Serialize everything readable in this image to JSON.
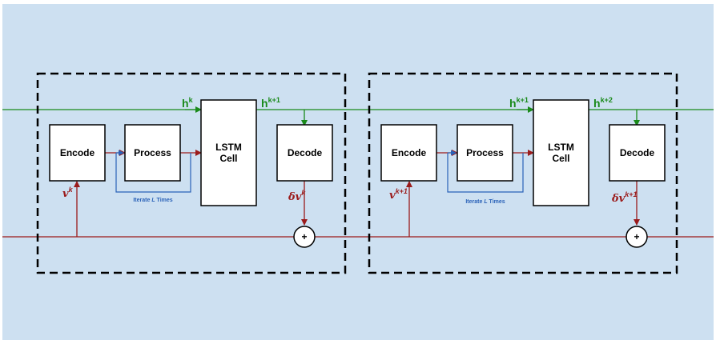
{
  "colors": {
    "background": "#cde0f1",
    "hidden_state_line": "#1a8a1a",
    "residual_line": "#9b1b1b",
    "iterate_line": "#2a62b8"
  },
  "blocks": [
    {
      "encode": "Encode",
      "process": "Process",
      "lstm_line1": "LSTM",
      "lstm_line2": "Cell",
      "decode": "Decode",
      "h_in": {
        "base": "h",
        "sup": "k"
      },
      "h_out": {
        "base": "h",
        "sup": "k+1"
      },
      "v_in": {
        "base": "v",
        "sup": "k"
      },
      "dv_out": {
        "base": "δv",
        "sup": "k"
      },
      "iterate_prefix": "Iterate ",
      "iterate_var": "L",
      "iterate_suffix": " Times",
      "sum_symbol": "+"
    },
    {
      "encode": "Encode",
      "process": "Process",
      "lstm_line1": "LSTM",
      "lstm_line2": "Cell",
      "decode": "Decode",
      "h_in": {
        "base": "h",
        "sup": "k+1"
      },
      "h_out": {
        "base": "h",
        "sup": "k+2"
      },
      "v_in": {
        "base": "v",
        "sup": "k+1"
      },
      "dv_out": {
        "base": "δv",
        "sup": "k+1"
      },
      "iterate_prefix": "Iterate ",
      "iterate_var": "L",
      "iterate_suffix": " Times",
      "sum_symbol": "+"
    }
  ]
}
